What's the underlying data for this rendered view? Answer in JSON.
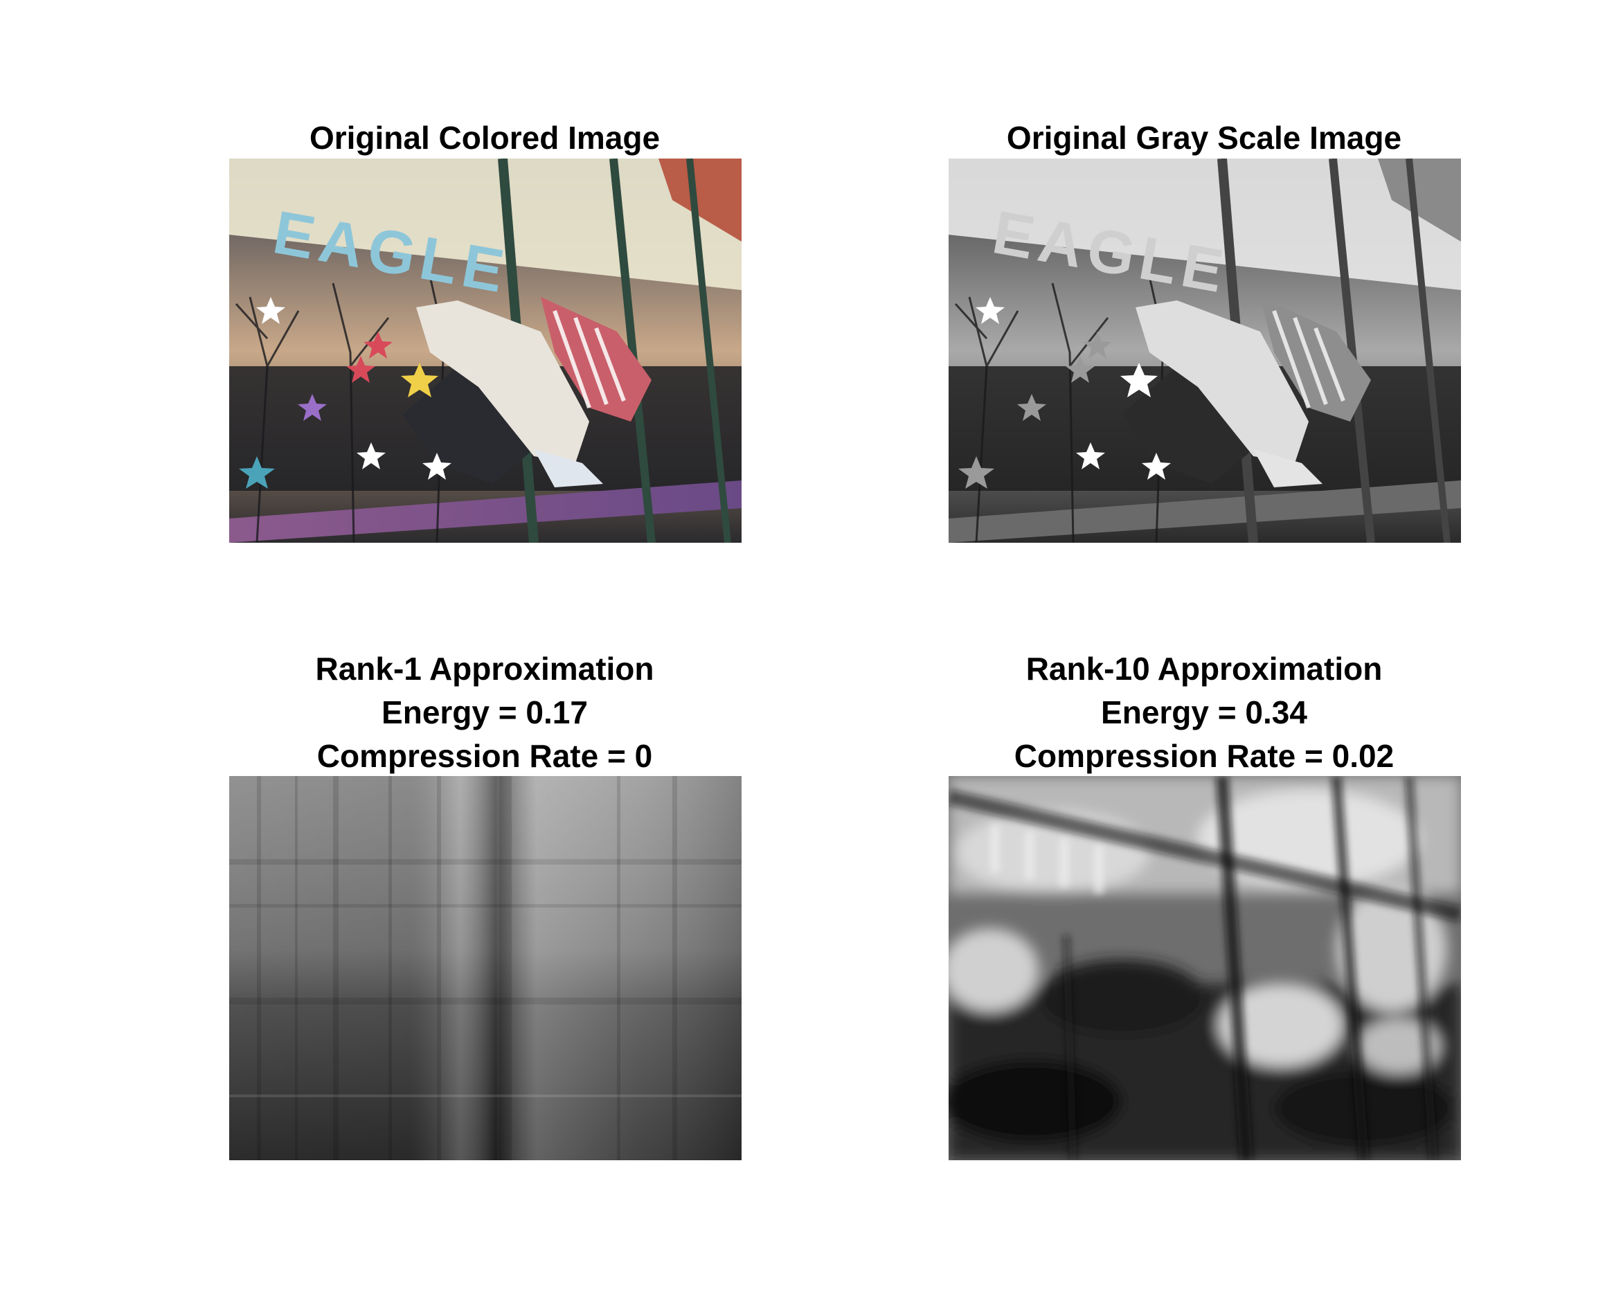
{
  "panels": {
    "top_left": {
      "title_lines": [
        "Original Colored Image"
      ],
      "sign_text": "EAGLE"
    },
    "top_right": {
      "title_lines": [
        "Original Gray Scale Image"
      ],
      "sign_text": "EAGLE"
    },
    "bottom_left": {
      "title_lines": [
        "Rank-1 Approximation",
        "Energy = 0.17",
        "Compression Rate = 0"
      ],
      "rank": 1,
      "energy": 0.17,
      "compression_rate": 0
    },
    "bottom_right": {
      "title_lines": [
        "Rank-10 Approximation",
        "Energy = 0.34",
        "Compression Rate = 0.02"
      ],
      "rank": 10,
      "energy": 0.34,
      "compression_rate": 0.02
    }
  }
}
